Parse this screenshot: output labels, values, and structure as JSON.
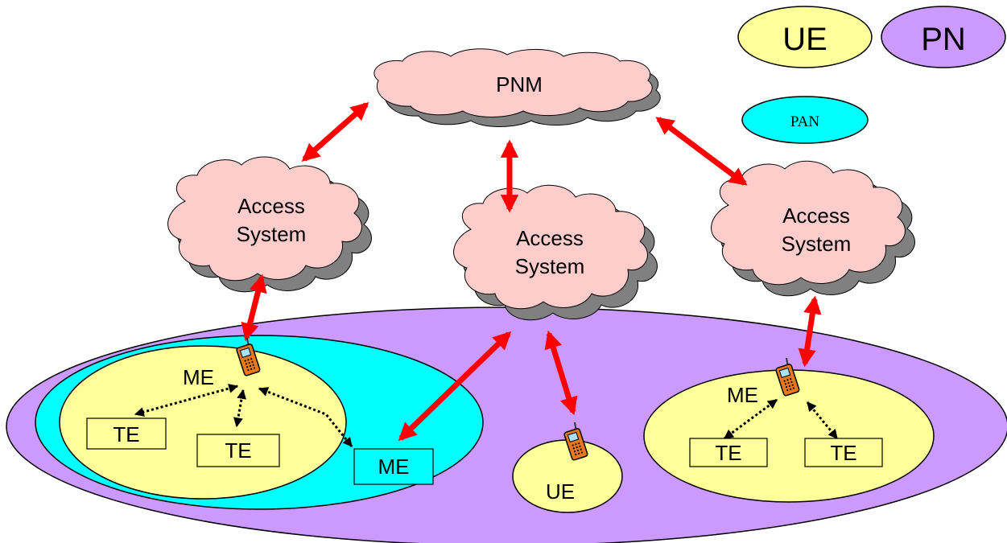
{
  "legend": {
    "ue": "UE",
    "pn": "PN",
    "pan": "PAN"
  },
  "pnm": "PNM",
  "access_systems": {
    "left": [
      "Access",
      "System"
    ],
    "center": [
      "Access",
      "System"
    ],
    "right": [
      "Access",
      "System"
    ]
  },
  "left_group": {
    "me_label": "ME",
    "te_a": "TE",
    "te_b": "TE",
    "me_box": "ME"
  },
  "center_ue": {
    "label": "UE"
  },
  "right_group": {
    "me_label": "ME",
    "te_a": "TE",
    "te_b": "TE"
  },
  "colors": {
    "pn": "#cc99ff",
    "pan": "#00ffff",
    "ue": "#ffff99",
    "cloud": "#ffcccc",
    "cloud_shadow": "#808080",
    "arrow": "#ff0000"
  }
}
